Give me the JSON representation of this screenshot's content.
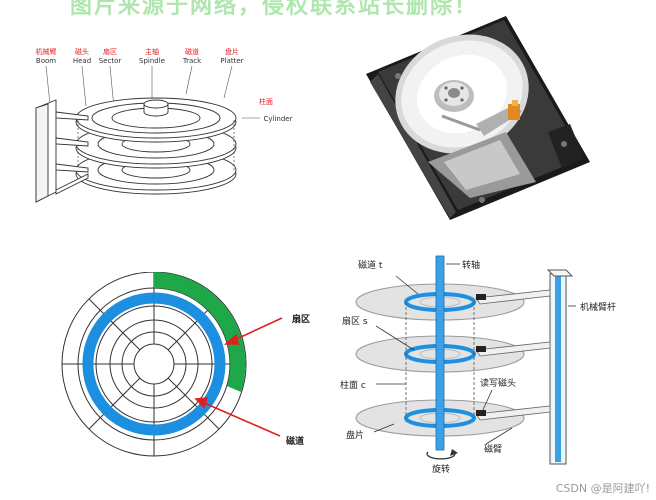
{
  "watermark": "图片来源于网络，侵权联系站长删除！",
  "top_left": {
    "labels": [
      {
        "cn": "机械臂",
        "en": "Boom"
      },
      {
        "cn": "磁头",
        "en": "Head"
      },
      {
        "cn": "扇区",
        "en": "Sector"
      },
      {
        "cn": "主轴",
        "en": "Spindle"
      },
      {
        "cn": "磁道",
        "en": "Track"
      },
      {
        "cn": "盘片",
        "en": "Platter"
      }
    ],
    "cylinder_cn": "柱面",
    "cylinder_en": "Cylinder"
  },
  "bottom_left": {
    "sector_label": "扇区",
    "track_label": "磁道"
  },
  "bottom_right": {
    "track": "磁道 t",
    "spindle": "转轴",
    "sector": "扇区 s",
    "arm_rod": "机械臂杆",
    "cylinder": "柱面 c",
    "rw_head": "读写磁头",
    "platter": "盘片",
    "arm": "磁臂",
    "rotation": "旋转"
  },
  "footer": "CSDN @是阿建吖!",
  "colors": {
    "red_label": "#e02020",
    "sector_green": "#1fa84a",
    "track_blue": "#1c8fe0",
    "arrow_red": "#e02020",
    "rod_blue": "#3aa0e8"
  }
}
